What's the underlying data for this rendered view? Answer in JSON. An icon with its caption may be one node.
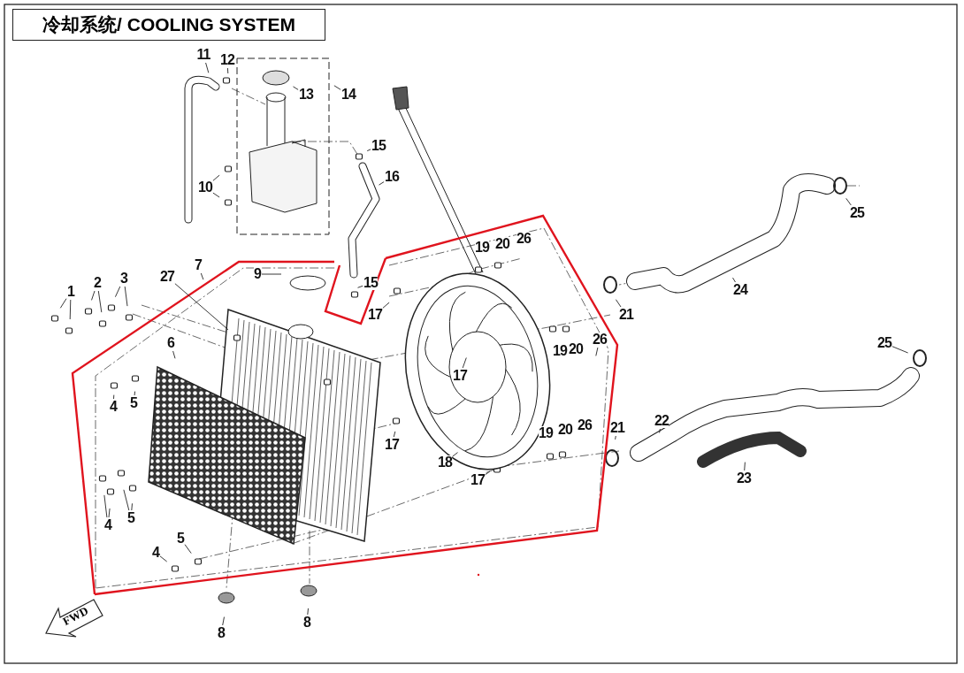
{
  "diagram": {
    "nodes": [
      {
        "text": [
          "冷却系统/ COOLING SYSTEM"
        ]
      },
      {
        "text": [
          "11"
        ]
      },
      {
        "text": [
          "12"
        ]
      },
      {
        "text": [
          "13"
        ]
      },
      {
        "text": [
          "14"
        ]
      },
      {
        "text": [
          "15"
        ]
      },
      {
        "text": [
          "16"
        ]
      },
      {
        "text": [
          "10"
        ]
      },
      {
        "text": [
          "25"
        ]
      },
      {
        "text": [
          "19"
        ]
      },
      {
        "text": [
          "20"
        ]
      },
      {
        "text": [
          "26"
        ]
      },
      {
        "text": [
          "7"
        ]
      },
      {
        "text": [
          "27"
        ]
      },
      {
        "text": [
          "9"
        ]
      },
      {
        "text": [
          "15"
        ]
      },
      {
        "text": [
          "3"
        ]
      },
      {
        "text": [
          "2"
        ]
      },
      {
        "text": [
          "1"
        ]
      },
      {
        "text": [
          "24"
        ]
      },
      {
        "text": [
          "17"
        ]
      },
      {
        "text": [
          "21"
        ]
      },
      {
        "text": [
          "26"
        ]
      },
      {
        "text": [
          "25"
        ]
      },
      {
        "text": [
          "6"
        ]
      },
      {
        "text": [
          "20"
        ]
      },
      {
        "text": [
          "19"
        ]
      },
      {
        "text": [
          "17"
        ]
      },
      {
        "text": [
          "5"
        ]
      },
      {
        "text": [
          "4"
        ]
      },
      {
        "text": [
          "22"
        ]
      },
      {
        "text": [
          "26"
        ]
      },
      {
        "text": [
          "20"
        ]
      },
      {
        "text": [
          "21"
        ]
      },
      {
        "text": [
          "19"
        ]
      },
      {
        "text": [
          "17"
        ]
      },
      {
        "text": [
          "18"
        ]
      },
      {
        "text": [
          "23"
        ]
      },
      {
        "text": [
          "17"
        ]
      },
      {
        "text": [
          "5"
        ]
      },
      {
        "text": [
          "4"
        ]
      },
      {
        "text": [
          "5"
        ]
      },
      {
        "text": [
          "4"
        ]
      },
      {
        "text": [
          "8"
        ]
      },
      {
        "text": [
          "8"
        ]
      },
      {
        "text": [
          "FWD"
        ]
      }
    ],
    "edges": [
      {
        "from": 1,
        "to": null,
        "arrow": "none"
      },
      {
        "from": 2,
        "to": null,
        "arrow": "none"
      },
      {
        "from": 3,
        "to": null,
        "arrow": "none"
      },
      {
        "from": 4,
        "to": null,
        "arrow": "none"
      },
      {
        "from": 5,
        "to": null,
        "arrow": "none"
      },
      {
        "from": 6,
        "to": null,
        "arrow": "none"
      },
      {
        "from": 7,
        "to": null,
        "arrow": "none"
      },
      {
        "from": 7,
        "to": null,
        "arrow": "none"
      },
      {
        "from": 8,
        "to": null,
        "arrow": "none"
      },
      {
        "from": 12,
        "to": null,
        "arrow": "none"
      },
      {
        "from": 13,
        "to": null,
        "arrow": "none"
      },
      {
        "from": 14,
        "to": null,
        "arrow": "none"
      },
      {
        "from": 15,
        "to": null,
        "arrow": "none"
      },
      {
        "from": 16,
        "to": null,
        "arrow": "none"
      },
      {
        "from": 16,
        "to": null,
        "arrow": "none"
      },
      {
        "from": 17,
        "to": null,
        "arrow": "none"
      },
      {
        "from": 17,
        "to": null,
        "arrow": "none"
      },
      {
        "from": 18,
        "to": null,
        "arrow": "none"
      },
      {
        "from": 18,
        "to": null,
        "arrow": "none"
      },
      {
        "from": 19,
        "to": null,
        "arrow": "none"
      },
      {
        "from": 20,
        "to": null,
        "arrow": "none"
      },
      {
        "from": 21,
        "to": null,
        "arrow": "none"
      },
      {
        "from": 22,
        "to": null,
        "arrow": "none"
      },
      {
        "from": 23,
        "to": null,
        "arrow": "none"
      },
      {
        "from": 24,
        "to": null,
        "arrow": "none"
      },
      {
        "from": 27,
        "to": null,
        "arrow": "none"
      },
      {
        "from": 28,
        "to": null,
        "arrow": "none"
      },
      {
        "from": 29,
        "to": null,
        "arrow": "none"
      },
      {
        "from": 30,
        "to": null,
        "arrow": "none"
      },
      {
        "from": 33,
        "to": null,
        "arrow": "none"
      },
      {
        "from": 35,
        "to": null,
        "arrow": "none"
      },
      {
        "from": 36,
        "to": null,
        "arrow": "none"
      },
      {
        "from": 38,
        "to": null,
        "arrow": "none"
      },
      {
        "from": 37,
        "to": null,
        "arrow": "none"
      },
      {
        "from": 39,
        "to": null,
        "arrow": "none"
      },
      {
        "from": 39,
        "to": null,
        "arrow": "none"
      },
      {
        "from": 40,
        "to": null,
        "arrow": "none"
      },
      {
        "from": 40,
        "to": null,
        "arrow": "none"
      },
      {
        "from": 41,
        "to": null,
        "arrow": "none"
      },
      {
        "from": 42,
        "to": null,
        "arrow": "none"
      },
      {
        "from": 43,
        "to": null,
        "arrow": "none"
      },
      {
        "from": 44,
        "to": null,
        "arrow": "none"
      }
    ]
  }
}
